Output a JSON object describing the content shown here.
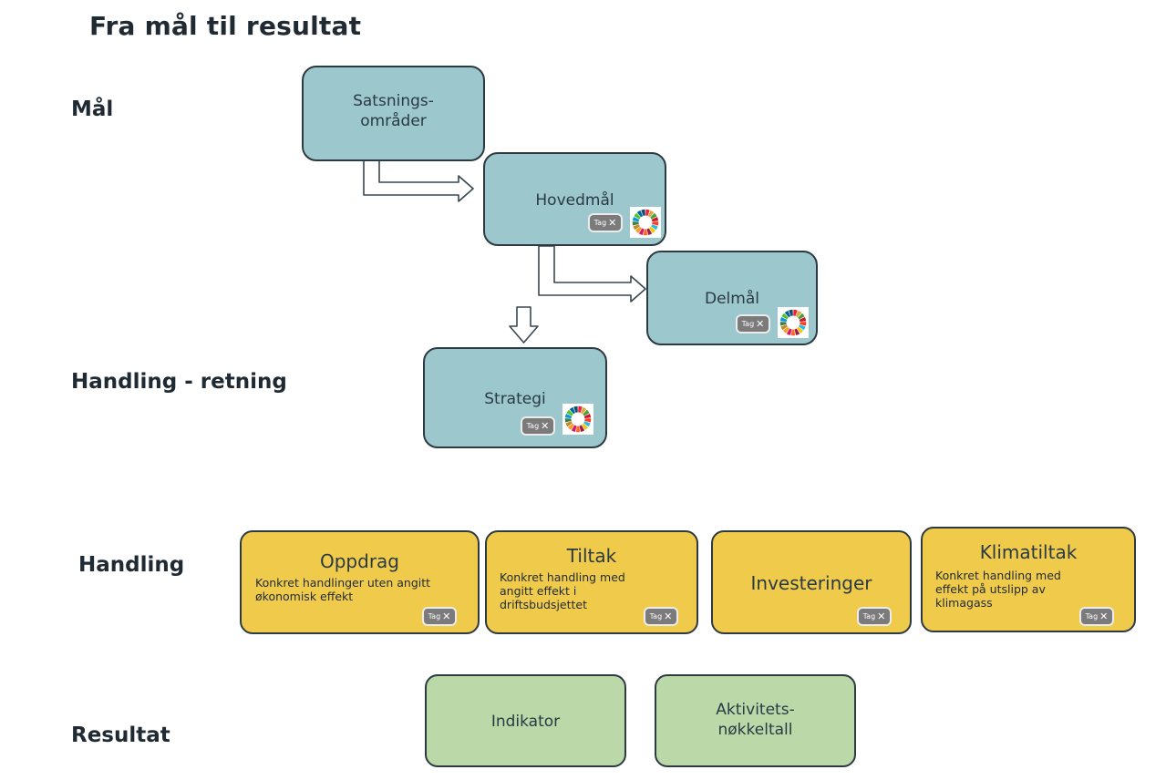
{
  "title": "Fra mål til resultat",
  "rows": {
    "goal": "Mål",
    "direction": "Handling - retning",
    "action": "Handling",
    "result": "Resultat"
  },
  "goal_boxes": {
    "satsing": "Satsnings-\nområder",
    "hovedmal": "Hovedmål",
    "delmal": "Delmål"
  },
  "strategy": "Strategi",
  "tag_label": "Tag",
  "tag_close": "✕",
  "action_boxes": [
    {
      "title": "Oppdrag",
      "desc": "Konkret handlinger uten angitt økonomisk effekt"
    },
    {
      "title": "Tiltak",
      "desc": "Konkret handling med angitt effekt i driftsbudsjettet"
    },
    {
      "title": "Investeringer",
      "desc": ""
    },
    {
      "title": "Klimatiltak",
      "desc": "Konkret handling med effekt på utslipp av klimagass"
    }
  ],
  "result_boxes": {
    "indikator": "Indikator",
    "aktivitet": "Aktivitets-\nnøkkeltall"
  },
  "colors": {
    "teal": "#9cc7cd",
    "yellow": "#f0cb4b",
    "green": "#bbd8a8",
    "border": "#2d3a42"
  },
  "icons": [
    "tag-icon",
    "sdg-wheel-icon",
    "right-arrow-icon",
    "down-arrow-icon"
  ]
}
